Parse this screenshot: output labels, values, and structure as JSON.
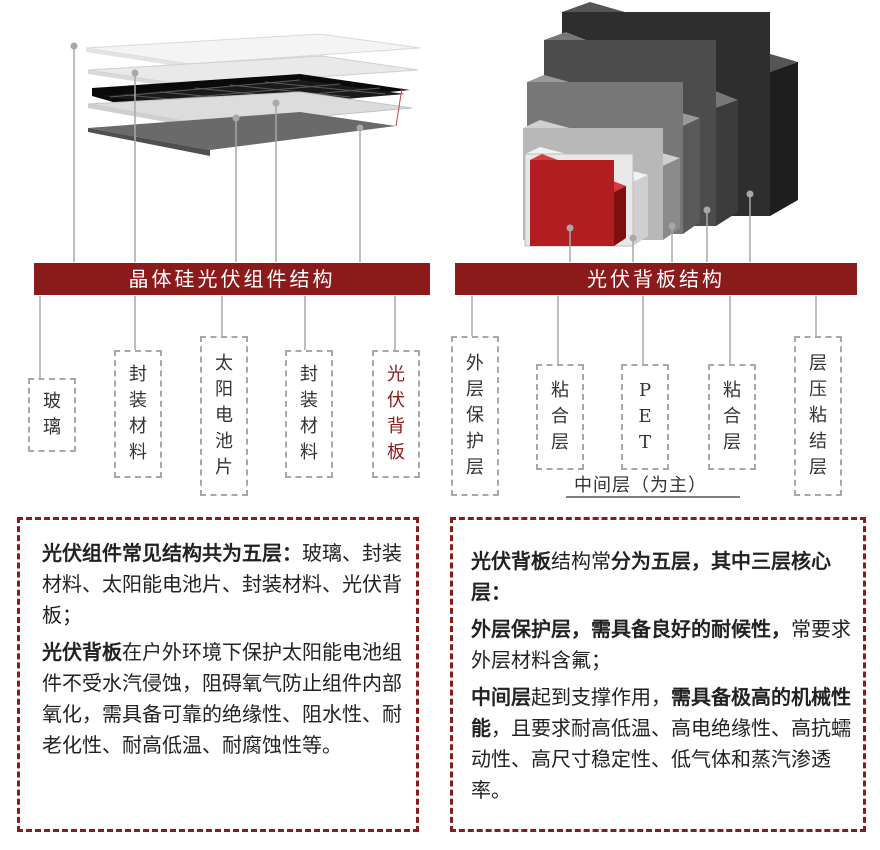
{
  "left": {
    "banner": "晶体硅光伏组件结构",
    "layers": [
      {
        "chars": [
          "玻",
          "璃"
        ],
        "highlight": false
      },
      {
        "chars": [
          "封",
          "装",
          "材",
          "料"
        ],
        "highlight": false
      },
      {
        "chars": [
          "太",
          "阳",
          "电",
          "池",
          "片"
        ],
        "highlight": false
      },
      {
        "chars": [
          "封",
          "装",
          "材",
          "料"
        ],
        "highlight": false
      },
      {
        "chars": [
          "光",
          "伏",
          "背",
          "板"
        ],
        "highlight": true
      }
    ]
  },
  "right": {
    "banner": "光伏背板结构",
    "layers": [
      {
        "chars": [
          "外",
          "层",
          "保",
          "护",
          "层"
        ]
      },
      {
        "chars": [
          "粘",
          "合",
          "层"
        ]
      },
      {
        "chars": [
          "P",
          "E",
          "T"
        ]
      },
      {
        "chars": [
          "粘",
          "合",
          "层"
        ]
      },
      {
        "chars": [
          "层",
          "压",
          "粘",
          "结",
          "层"
        ]
      }
    ],
    "middle_caption": "中间层（为主）"
  },
  "panel_left": {
    "p1_bold": "光伏组件常见结构共为五层：",
    "p1_text": "玻璃、封装材料、太阳能电池片、封装材料、光伏背板；",
    "p2_bold": "光伏背板",
    "p2_text": "在户外环境下保护太阳能电池组件不受水汽侵蚀，阻碍氧气防止组件内部氧化，需具备可靠的绝缘性、阻水性、耐老化性、耐高低温、耐腐蚀性等。"
  },
  "panel_right": {
    "p1_bold1": "光伏背板",
    "p1_text1": "结构常",
    "p1_bold2": "分为五层，其中三层核心层：",
    "p2_bold": "外层保护层，需具备良好的耐候性，",
    "p2_text": "常要求外层材料含氟；",
    "p3_bold1": "中间层",
    "p3_text1": "起到支撑作用，",
    "p3_bold2": "需具备极高的机械性能",
    "p3_text2": "，且要求耐高低温、高电绝缘性、高抗蠕动性、高尺寸稳定性、低气体和蒸汽渗透率。"
  },
  "colors": {
    "accent": "#8b1a1a",
    "dashed_box": "#a8a8a8"
  }
}
